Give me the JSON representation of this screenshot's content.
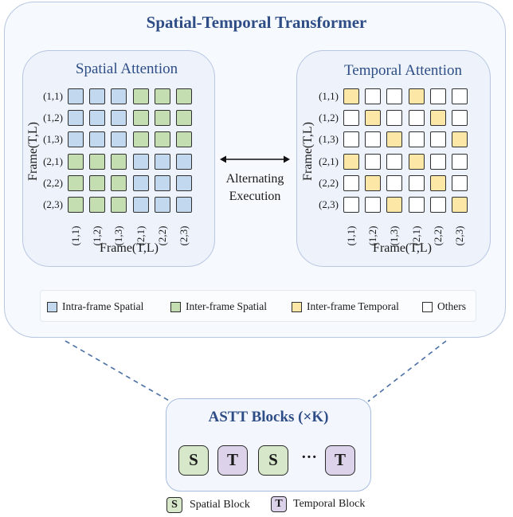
{
  "title": "Spatial-Temporal Transformer",
  "spatial": {
    "title": "Spatial Attention",
    "y_axis_label": "Frame(T,L)",
    "x_axis_label": "Frame(T,L)",
    "row_labels": [
      "(1,1)",
      "(1,2)",
      "(1,3)",
      "(2,1)",
      "(2,2)",
      "(2,3)"
    ],
    "col_labels": [
      "(1,1)",
      "(1,2)",
      "(1,3)",
      "(2,1)",
      "(2,2)",
      "(2,3)"
    ],
    "matrix": [
      [
        "intra",
        "intra",
        "intra",
        "inter",
        "inter",
        "inter"
      ],
      [
        "intra",
        "intra",
        "intra",
        "inter",
        "inter",
        "inter"
      ],
      [
        "intra",
        "intra",
        "intra",
        "inter",
        "inter",
        "inter"
      ],
      [
        "inter",
        "inter",
        "inter",
        "intra",
        "intra",
        "intra"
      ],
      [
        "inter",
        "inter",
        "inter",
        "intra",
        "intra",
        "intra"
      ],
      [
        "inter",
        "inter",
        "inter",
        "intra",
        "intra",
        "intra"
      ]
    ]
  },
  "temporal": {
    "title": "Temporal Attention",
    "y_axis_label": "Frame(T,L)",
    "x_axis_label": "Frame(T,L)",
    "row_labels": [
      "(1,1)",
      "(1,2)",
      "(1,3)",
      "(2,1)",
      "(2,2)",
      "(2,3)"
    ],
    "col_labels": [
      "(1,1)",
      "(1,2)",
      "(1,3)",
      "(2,1)",
      "(2,2)",
      "(2,3)"
    ],
    "matrix": [
      [
        "temporal",
        "other",
        "other",
        "temporal",
        "other",
        "other"
      ],
      [
        "other",
        "temporal",
        "other",
        "other",
        "temporal",
        "other"
      ],
      [
        "other",
        "other",
        "temporal",
        "other",
        "other",
        "temporal"
      ],
      [
        "temporal",
        "other",
        "other",
        "temporal",
        "other",
        "other"
      ],
      [
        "other",
        "temporal",
        "other",
        "other",
        "temporal",
        "other"
      ],
      [
        "other",
        "other",
        "temporal",
        "other",
        "other",
        "temporal"
      ]
    ]
  },
  "center": {
    "line1": "Alternating",
    "line2": "Execution"
  },
  "legend": [
    {
      "key": "intra",
      "label": "Intra-frame Spatial"
    },
    {
      "key": "inter",
      "label": "Inter-frame Spatial"
    },
    {
      "key": "temporal",
      "label": "Inter-frame Temporal"
    },
    {
      "key": "other",
      "label": "Others"
    }
  ],
  "colors": {
    "intra": "#c2d8ef",
    "inter": "#c4deb1",
    "temporal": "#fde7a6",
    "other": "#ffffff",
    "accent": "#2e4d86",
    "dashed": "#4a6fa5"
  },
  "astt": {
    "title": "ASTT Blocks (×K)",
    "blocks": [
      "S",
      "T",
      "S",
      "T"
    ],
    "ellipsis": "···"
  },
  "key": {
    "s_letter": "S",
    "s_label": "Spatial Block",
    "t_letter": "T",
    "t_label": "Temporal Block"
  }
}
